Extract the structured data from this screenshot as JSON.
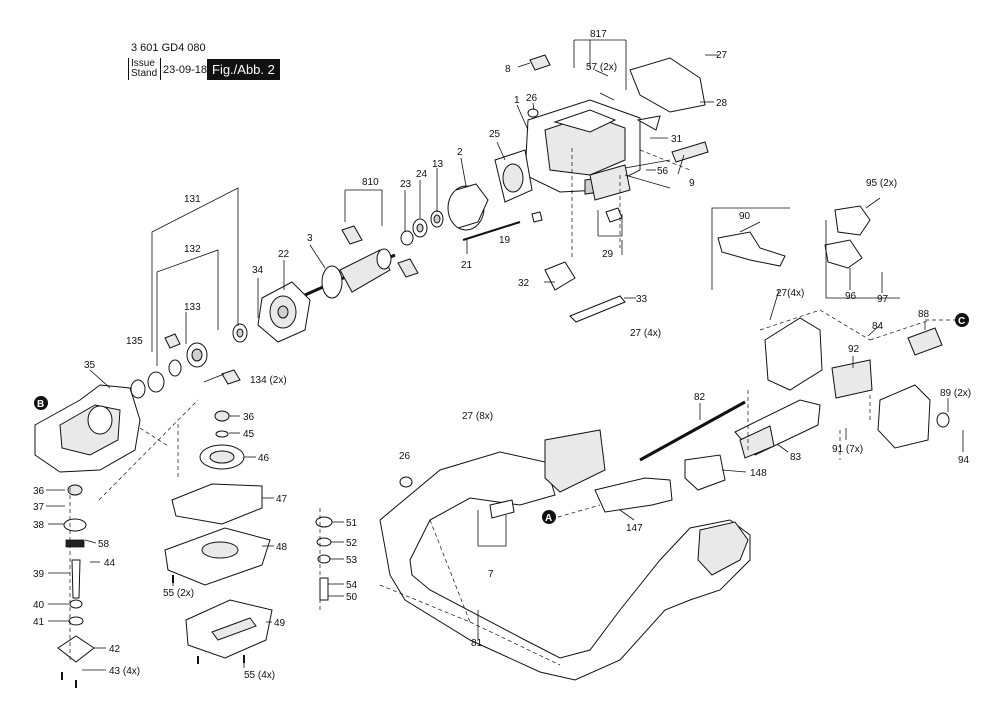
{
  "header": {
    "part_code": "3 601 GD4 080",
    "issue_label": "Issue",
    "stand_label": "Stand",
    "date": "23-09-18",
    "fig_label": "Fig./Abb. 2"
  },
  "badges": {
    "a": "A",
    "b": "B",
    "c": "C"
  },
  "callouts": {
    "c1": "1",
    "c2": "2",
    "c3": "3",
    "c7": "7",
    "c8": "8",
    "c9": "9",
    "c13": "13",
    "c19": "19",
    "c21": "21",
    "c22": "22",
    "c23": "23",
    "c24": "24",
    "c25": "25",
    "c26a": "26",
    "c26b": "26",
    "c27a": "27",
    "c27b": "27 (4x)",
    "c27c": "27 (8x)",
    "c27d": "27(4x)",
    "c28": "28",
    "c29": "29",
    "c31": "31",
    "c32": "32",
    "c33": "33",
    "c34": "34",
    "c35": "35",
    "c36a": "36",
    "c36b": "36",
    "c37": "37",
    "c38": "38",
    "c39": "39",
    "c40": "40",
    "c41": "41",
    "c42": "42",
    "c43": "43 (4x)",
    "c44": "44",
    "c45": "45",
    "c46": "46",
    "c47": "47",
    "c48": "48",
    "c49": "49",
    "c50": "50",
    "c51": "51",
    "c52": "52",
    "c53": "53",
    "c54": "54",
    "c55a": "55 (2x)",
    "c55b": "55 (4x)",
    "c56": "56",
    "c57": "57 (2x)",
    "c58": "58",
    "c81": "81",
    "c82": "82",
    "c83": "83",
    "c84": "84",
    "c88": "88",
    "c89": "89 (2x)",
    "c90": "90",
    "c91": "91 (7x)",
    "c92": "92",
    "c94": "94",
    "c95": "95 (2x)",
    "c96": "96",
    "c97": "97",
    "c131": "131",
    "c132": "132",
    "c133": "133",
    "c134": "134 (2x)",
    "c135": "135",
    "c147": "147",
    "c148": "148",
    "c810": "810",
    "c817": "817"
  }
}
